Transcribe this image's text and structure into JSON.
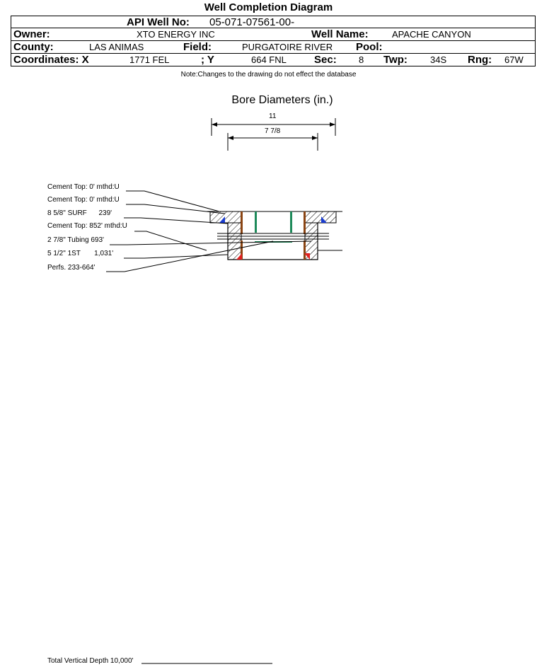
{
  "header": {
    "title": "Well Completion Diagram",
    "api_label": "API Well No:",
    "api_value": "05-071-07561-00-",
    "owner_label": "Owner:",
    "owner_value": "XTO ENERGY INC",
    "well_name_label": "Well Name:",
    "well_name_value": "APACHE CANYON",
    "county_label": "County:",
    "county_value": "LAS ANIMAS",
    "field_label": "Field:",
    "field_value": "PURGATOIRE RIVER",
    "pool_label": "Pool:",
    "pool_value": "",
    "coord_x_label": "Coordinates: X",
    "coord_x_value": "1771 FEL",
    "coord_y_label": "; Y",
    "coord_y_value": "664 FNL",
    "sec_label": "Sec:",
    "sec_value": "8",
    "twp_label": "Twp:",
    "twp_value": "34S",
    "rng_label": "Rng:",
    "rng_value": "67W"
  },
  "note": "Note:Changes to the drawing do not effect the database",
  "bore": {
    "title": "Bore Diameters (in.)",
    "outer": "11",
    "inner": "7 7/8"
  },
  "callouts": [
    "Cement Top: 0' mthd:U",
    "Cement Top: 0' mthd:U",
    "8 5/8\" SURF      239'",
    "Cement Top: 852' mthd:U",
    "2 7/8\" Tubing 693'",
    "5 1/2\" 1ST       1,031'",
    "Perfs. 233-664'"
  ],
  "total_depth": "Total Vertical Depth 10,000'",
  "colors": {
    "surface_casing": "#8b4513",
    "tubing": "#1e8a5a",
    "cement_top_marker": "#1a3ccf",
    "shoe_marker": "#e02020"
  }
}
